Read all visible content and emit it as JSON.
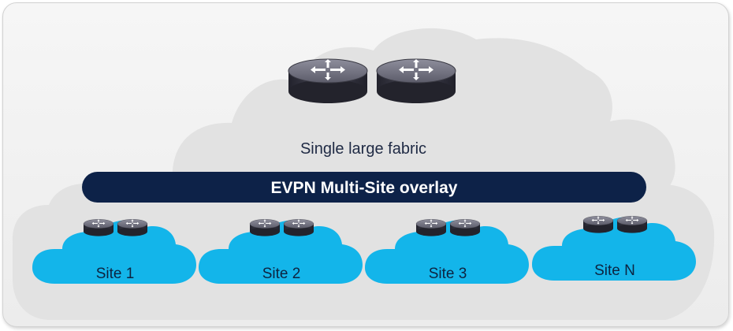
{
  "fabric": {
    "label": "Single large fabric"
  },
  "overlay": {
    "label": "EVPN Multi-Site overlay"
  },
  "sites": [
    {
      "label": "Site 1"
    },
    {
      "label": "Site 2"
    },
    {
      "label": "Site 3"
    },
    {
      "label": "Site N"
    }
  ],
  "colors": {
    "background_cloud": "#e2e2e2",
    "overlay_bar": "#0d2248",
    "site_cloud": "#13b5ea",
    "router_body": "#3c3c48"
  },
  "icons": {
    "router": "router-icon",
    "cloud": "cloud-icon"
  }
}
